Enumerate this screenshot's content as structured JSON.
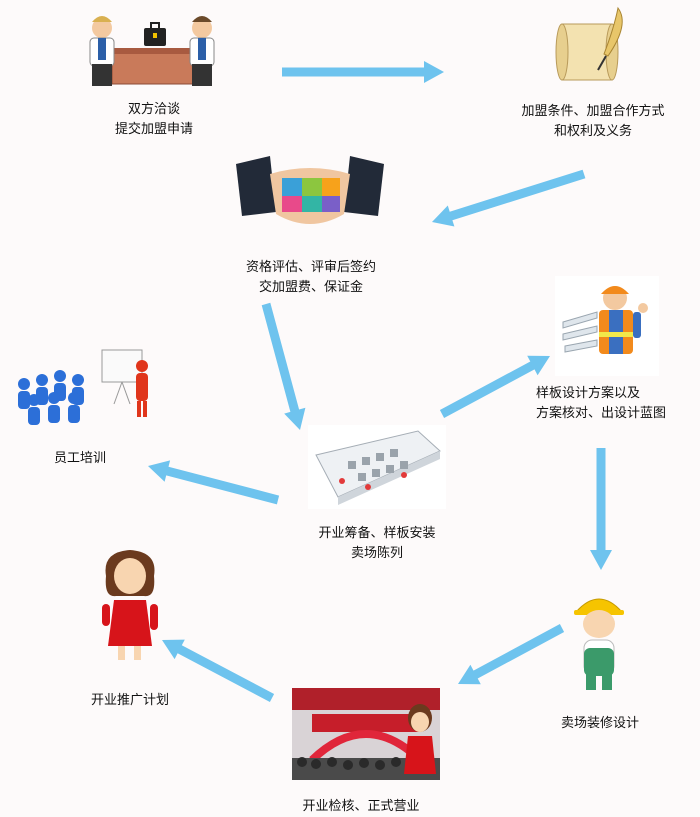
{
  "colors": {
    "arrow": "#6ec3ee",
    "background": "#fdfafa",
    "text": "#111111"
  },
  "steps": [
    {
      "id": "negotiate",
      "lines": [
        "双方洽谈",
        "提交加盟申请"
      ],
      "icon": "business-meeting-icon"
    },
    {
      "id": "conditions",
      "lines": [
        "加盟条件、加盟合作方式",
        "和权利及义务"
      ],
      "icon": "scroll-quill-icon"
    },
    {
      "id": "assess",
      "lines": [
        "资格评估、评审后签约",
        "交加盟费、保证金"
      ],
      "icon": "handshake-icon"
    },
    {
      "id": "design",
      "lines": [
        "样板设计方案以及",
        "方案核对、出设计蓝图"
      ],
      "icon": "engineer-blueprint-icon"
    },
    {
      "id": "prepare",
      "lines": [
        "开业筹备、样板安装",
        "卖场陈列"
      ],
      "icon": "store-layout-icon"
    },
    {
      "id": "training",
      "lines": [
        "员工培训"
      ],
      "icon": "training-class-icon"
    },
    {
      "id": "decoration",
      "lines": [
        "卖场装修设计"
      ],
      "icon": "construction-worker-icon"
    },
    {
      "id": "promotion",
      "lines": [
        "开业推广计划"
      ],
      "icon": "businesswoman-icon"
    },
    {
      "id": "opening",
      "lines": [
        "开业检核、正式营业"
      ],
      "icon": "grand-opening-icon"
    }
  ]
}
